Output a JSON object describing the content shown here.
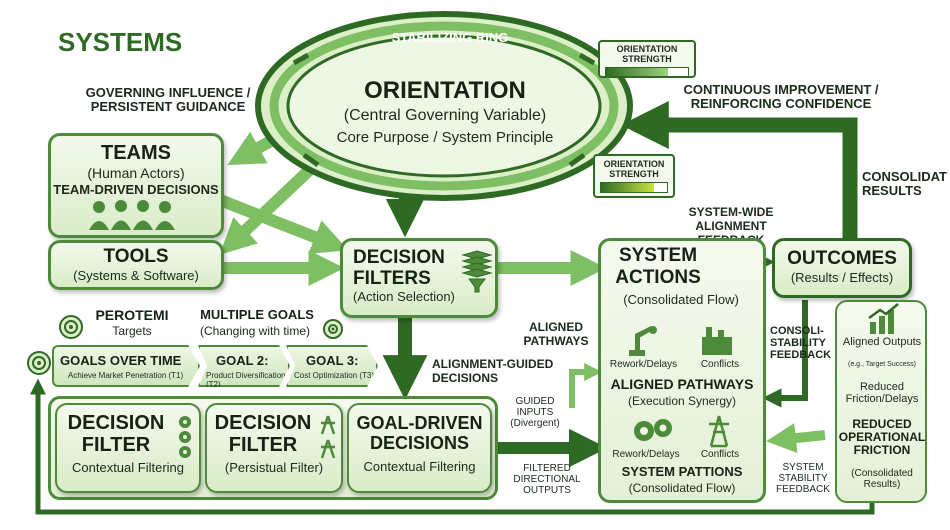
{
  "colors": {
    "accent": "#4d8a3a",
    "dark": "#2f6a24",
    "light": "#dcefc8",
    "text": "#152315"
  },
  "title": "SYSTEMS",
  "ring": {
    "label": "STABILIZING RING"
  },
  "orientation": {
    "title": "ORIENTATION",
    "subtitle": "(Central Governing Variable)",
    "line2": "Core Purpose / System Principle"
  },
  "strength_top": {
    "label": "ORIENTATION STRENGTH",
    "level": 0.75
  },
  "strength_mid": {
    "label": "ORIENTATION STRENGTH",
    "level": 0.8
  },
  "labels": {
    "governing": "GOVERNING INFLUENCE / PERSISTENT GUIDANCE",
    "continuous": "CONTINUOUS IMPROVEMENT / REINFORCING CONFIDENCE",
    "consolidat": "CONSOLIDAT RESULTS",
    "alignment_feedback": "SYSTEM-WIDE ALIGNMENT FEEDBACK",
    "aligned_pathways": "ALIGNED PATHWAYS",
    "alignment_guided": "ALIGNMENT-GUIDED DECISIONS",
    "guided_inputs": "GUIDED INPUTS (Divergent)",
    "filtered_outputs": "FILTERED DIRECTIONAL OUTPUTS",
    "stability_feedback": "CONSOLI-STABILITY FEEDBACK",
    "system_stability": "SYSTEM STABILITY FEEDBACK"
  },
  "teams": {
    "title": "TEAMS",
    "subtitle": "(Human Actors)",
    "decisions": "TEAM-DRIVEN DECISIONS"
  },
  "tools": {
    "title": "TOOLS",
    "subtitle": "(Systems & Software)"
  },
  "decision_filters": {
    "title": "DECISION FILTERS",
    "subtitle": "(Action Selection)"
  },
  "system_actions": {
    "title": "SYSTEM ACTIONS",
    "subtitle": "(Consolidated Flow)"
  },
  "outcomes": {
    "title": "OUTCOMES",
    "subtitle": "(Results / Effects)"
  },
  "targets": {
    "title": "PEROTEMI",
    "subtitle": "Targets"
  },
  "multiple_goals": {
    "title": "MULTIPLE GOALS",
    "subtitle": "(Changing with time)"
  },
  "goals": {
    "title": "GOALS OVER TIME",
    "t1": "Achieve Market Penetration (T1)",
    "g2_title": "GOAL 2:",
    "g2": "Product Diversification (T2)",
    "g3_title": "GOAL 3:",
    "g3": "Cost Optimization (T3)"
  },
  "bottom": {
    "f1_title": "DECISION FILTER",
    "f1_sub": "Contextual Filtering",
    "f2_title": "DECISION FILTER",
    "f2_sub": "(Persistual Filter)",
    "f3_title": "GOAL-DRIVEN DECISIONS",
    "f3_sub": "Contextual Filtering"
  },
  "actions_inner": {
    "rework1": "Rework/Delays",
    "conflicts1": "Conflicts",
    "aligned_title": "ALIGNED PATHWAYS",
    "aligned_sub": "(Execution Synergy)",
    "rework2": "Rework/Delays",
    "conflicts2": "Conflicts",
    "pattions_title": "SYSTEM PATTIONS",
    "pattions_sub": "(Consolidated Flow)"
  },
  "outcomes_inner": {
    "aligned": "Aligned Outputs",
    "aligned_note": "(e.g., Target Success)",
    "reduced": "Reduced Friction/Delays",
    "reduced_op": "REDUCED OPERATIONAL FRICTION",
    "consolidated": "(Consolidated Results)"
  }
}
